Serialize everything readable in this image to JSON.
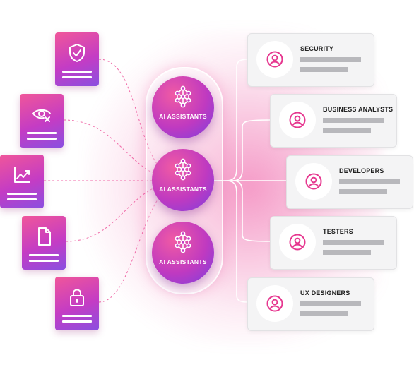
{
  "colors": {
    "accent_pink": "#e6378f",
    "tile_gradient_start": "#f0569a",
    "tile_gradient_end": "#8a4fe0",
    "card_background": "#f4f4f5",
    "placeholder_line": "#b8b8bc"
  },
  "left_tiles": [
    {
      "icon": "shield-check-icon"
    },
    {
      "icon": "eye-off-icon"
    },
    {
      "icon": "trend-chart-icon"
    },
    {
      "icon": "document-icon"
    },
    {
      "icon": "lock-icon"
    }
  ],
  "assistants": [
    {
      "label": "AI ASSISTANTS",
      "icon": "neural-network-icon"
    },
    {
      "label": "AI ASSISTANTS",
      "icon": "neural-network-icon"
    },
    {
      "label": "AI ASSISTANTS",
      "icon": "neural-network-icon"
    }
  ],
  "roles": [
    {
      "title": "SECURITY",
      "icon": "user-circle-icon"
    },
    {
      "title": "BUSINESS ANALYSTS",
      "icon": "user-circle-icon"
    },
    {
      "title": "DEVELOPERS",
      "icon": "user-circle-icon"
    },
    {
      "title": "TESTERS",
      "icon": "user-circle-icon"
    },
    {
      "title": "UX DESIGNERS",
      "icon": "user-circle-icon"
    }
  ]
}
